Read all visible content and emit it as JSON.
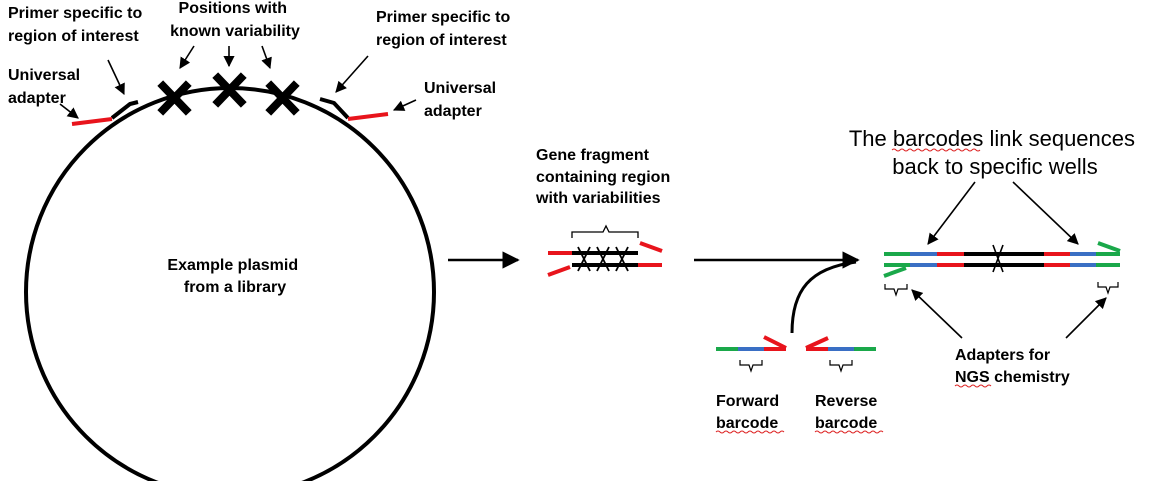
{
  "labels": {
    "primer_left": [
      "Primer specific to",
      "region of interest"
    ],
    "positions": [
      "Positions with",
      "known variability"
    ],
    "primer_right": [
      "Primer specific to",
      "region of interest"
    ],
    "adapter_left": [
      "Universal",
      "adapter"
    ],
    "adapter_right": [
      "Universal",
      "adapter"
    ],
    "plasmid": [
      "Example plasmid",
      "from a library"
    ],
    "fragment": [
      "Gene fragment",
      "containing region",
      "with variabilities"
    ],
    "barcodes_link": [
      "The barcodes link sequences",
      "back to specific wells"
    ],
    "adapters_ngs": [
      "Adapters for",
      "NGS chemistry"
    ],
    "forward_barcode": [
      "Forward",
      "barcode"
    ],
    "reverse_barcode": [
      "Reverse",
      "barcode"
    ]
  },
  "colors": {
    "adapter": "#e8141c",
    "barcode": "#3a6fc4",
    "ngs": "#1aa84a",
    "strand": "#000000"
  }
}
